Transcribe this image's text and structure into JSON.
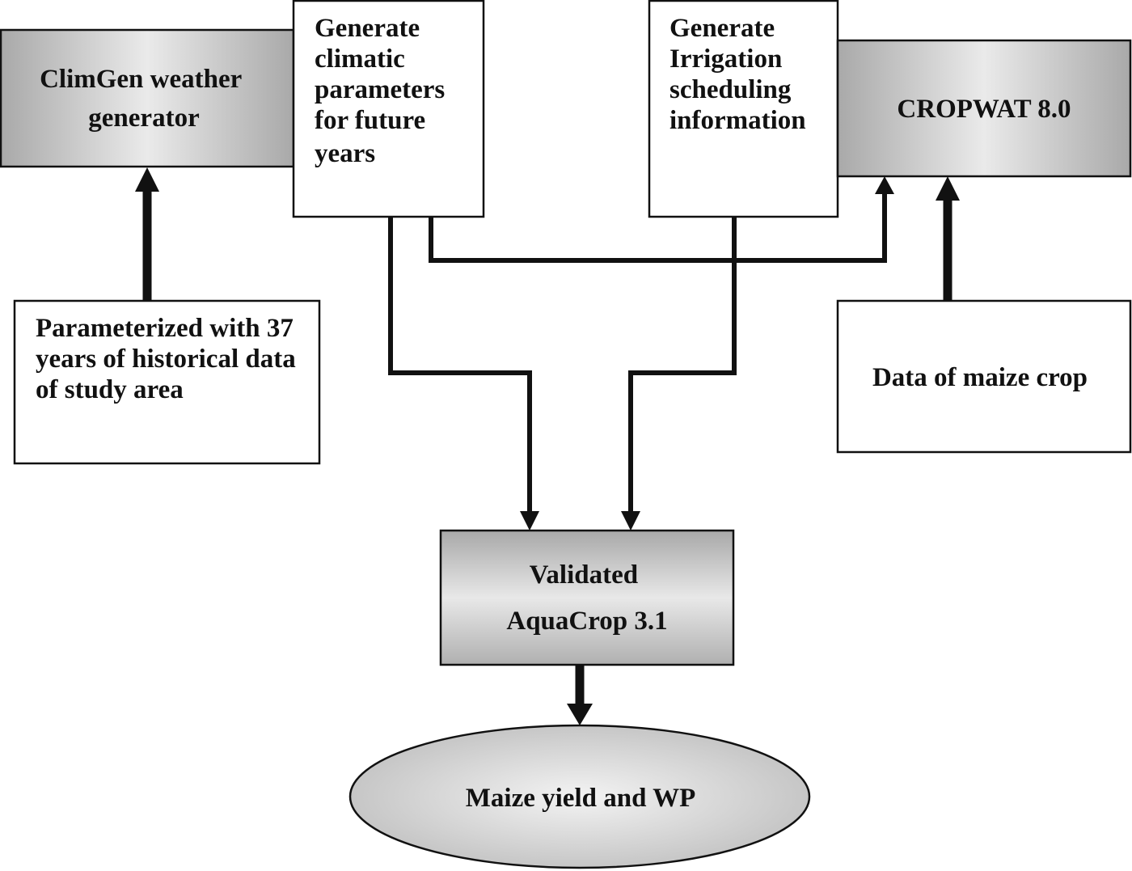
{
  "nodes": {
    "climgen": {
      "lines": [
        "ClimGen weather",
        "generator"
      ]
    },
    "gen_climatic": {
      "lines": [
        "Generate",
        "climatic",
        "parameters",
        "for future",
        "years"
      ]
    },
    "gen_irrigation": {
      "lines": [
        "Generate",
        "Irrigation",
        "scheduling",
        "information"
      ]
    },
    "cropwat": {
      "lines": [
        "CROPWAT 8.0"
      ]
    },
    "historical": {
      "lines": [
        "Parameterized with 37",
        "years of historical data",
        "of study area"
      ]
    },
    "maize_data": {
      "lines": [
        "Data of maize crop"
      ]
    },
    "aquacrop": {
      "lines": [
        "Validated",
        "AquaCrop 3.1"
      ]
    },
    "yield": {
      "lines": [
        "Maize yield and WP"
      ]
    }
  },
  "colors": {
    "stroke": "#111111",
    "box_fill": "#ffffff",
    "gray_light": "#e6e6e6",
    "gray_dark": "#a6a6a6"
  }
}
